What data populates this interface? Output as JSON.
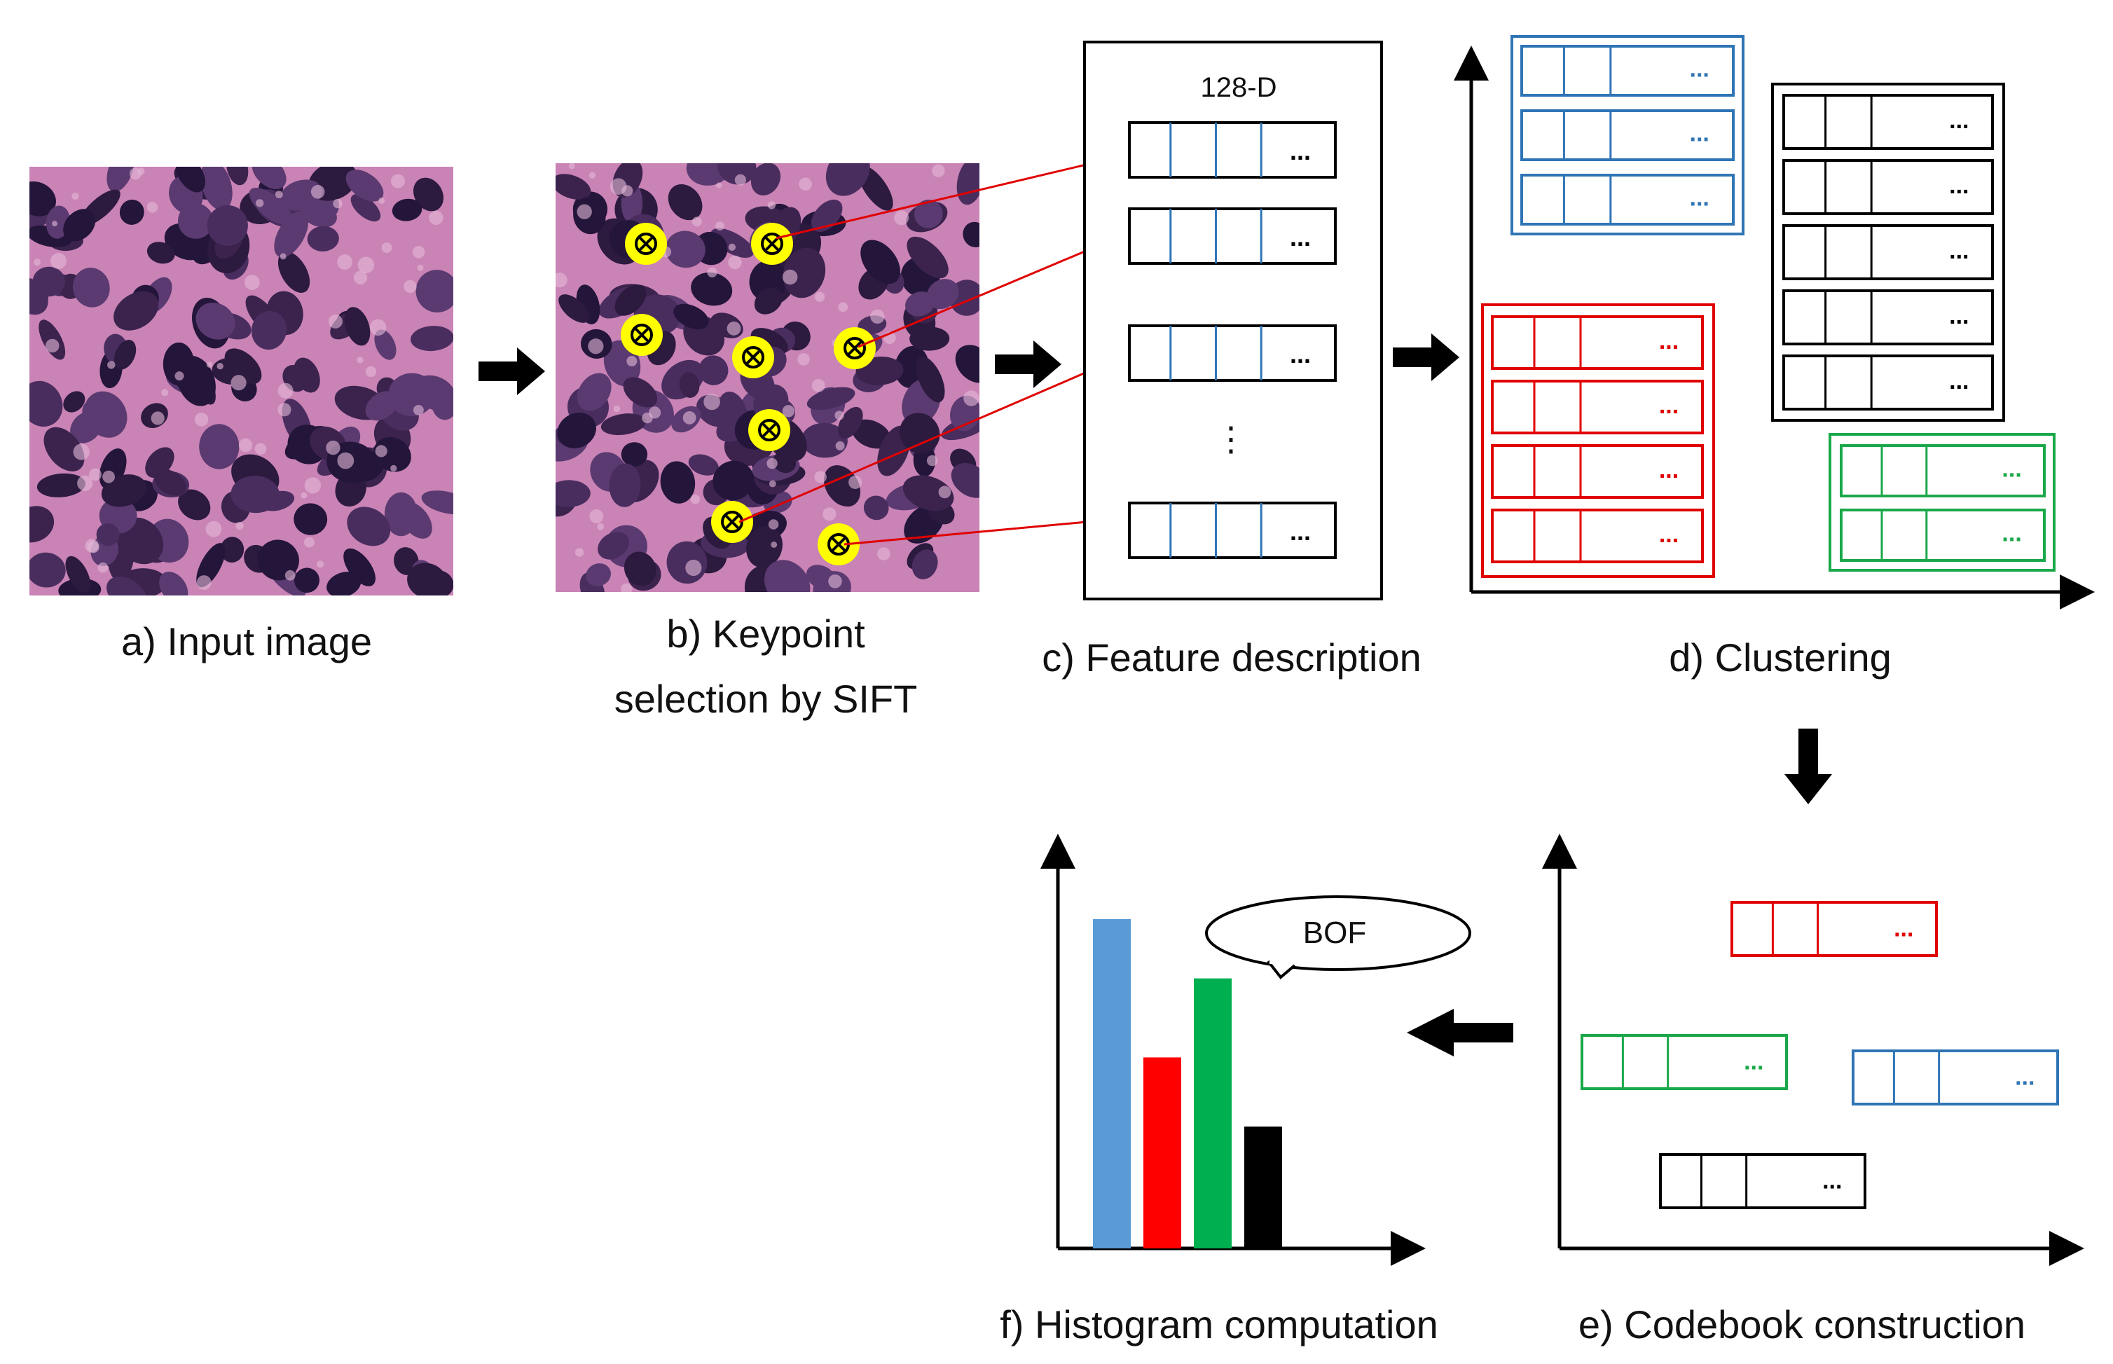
{
  "colors": {
    "blue": "#2f75b5",
    "red": "#e00000",
    "green": "#1aa84a",
    "black": "#000000",
    "keypoint": "#ffff00",
    "bar_blue": "#5b9bd5",
    "bar_red": "#ff0000",
    "bar_green": "#00b050",
    "bar_black": "#000000",
    "tissue_bg": "#c983b5",
    "nucleus": "#3b234e"
  },
  "captions": {
    "a": "a) Input image",
    "b_line1": "b) Keypoint",
    "b_line2": "selection by SIFT",
    "c": "c) Feature description",
    "d": "d) Clustering",
    "e": "e) Codebook construction",
    "f": "f) Histogram computation"
  },
  "feature": {
    "dim_label": "128-D",
    "cell_ellipsis": "...",
    "vertical_ellipsis": "⋮"
  },
  "clusters": {
    "ellipsis": "..."
  },
  "codebook": {
    "ellipsis": "..."
  },
  "histogram": {
    "bubble_label": "BOF",
    "bars": [
      {
        "color": "blue",
        "value": 1.0
      },
      {
        "color": "red",
        "value": 0.58
      },
      {
        "color": "green",
        "value": 0.82
      },
      {
        "color": "black",
        "value": 0.37
      }
    ]
  },
  "icons": {
    "keypoint": "keypoint-marker-icon",
    "arrow": "right-arrow-icon"
  }
}
